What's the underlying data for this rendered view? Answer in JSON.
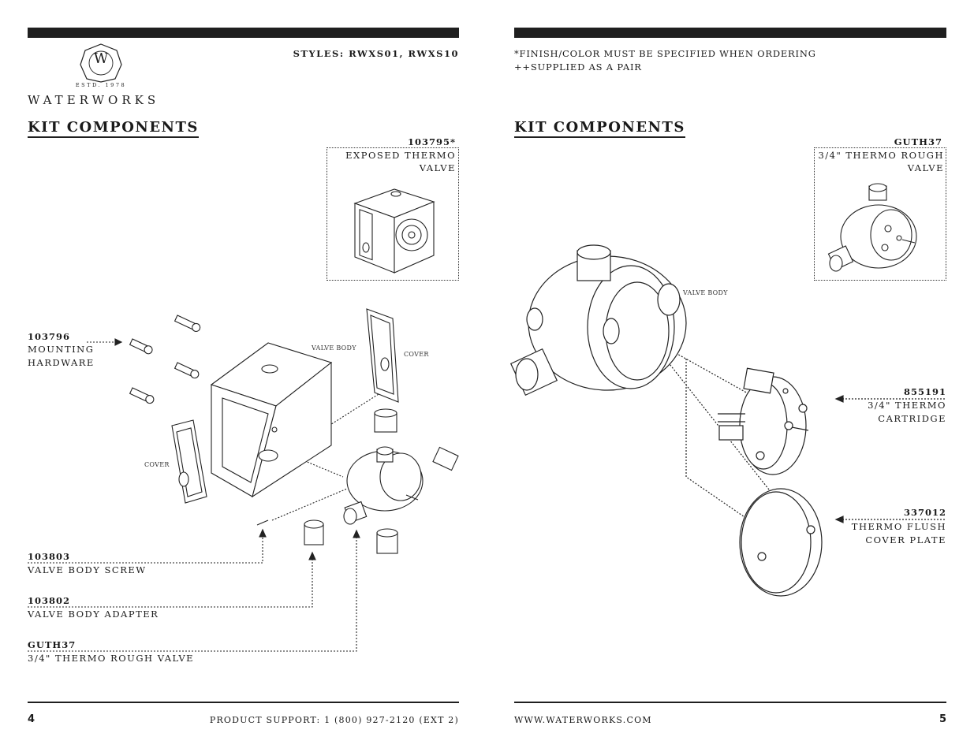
{
  "left_page": {
    "brand": {
      "name": "WATERWORKS",
      "established": "ESTD. 1978",
      "monogram": "W"
    },
    "styles": "STYLES: RWXS01, RWXS10",
    "title": "KIT COMPONENTS",
    "inset": {
      "part": "103795*",
      "desc_line1": "EXPOSED THERMO",
      "desc_line2": "VALVE"
    },
    "callouts": [
      {
        "part": "103796",
        "line1": "MOUNTING",
        "line2": "HARDWARE"
      },
      {
        "part": "103803",
        "line1": "VALVE BODY SCREW"
      },
      {
        "part": "103802",
        "line1": "VALVE BODY ADAPTER"
      },
      {
        "part": "GUTH37",
        "line1": "3/4\" THERMO ROUGH VALVE"
      }
    ],
    "labels": {
      "valve_body": "VALVE BODY",
      "cover_top": "COVER",
      "cover_left": "COVER"
    },
    "footer": {
      "page_number": "4",
      "support": "PRODUCT SUPPORT: 1 (800) 927-2120 (EXT 2)"
    }
  },
  "right_page": {
    "notes": {
      "line1": "*FINISH/COLOR MUST BE SPECIFIED WHEN ORDERING",
      "line2": "++SUPPLIED AS A PAIR"
    },
    "title": "KIT COMPONENTS",
    "inset": {
      "part": "GUTH37",
      "desc_line1": "3/4\" THERMO ROUGH",
      "desc_line2": "VALVE"
    },
    "callouts": [
      {
        "part": "855191",
        "line1": "3/4\" THERMO",
        "line2": "CARTRIDGE"
      },
      {
        "part": "337012",
        "line1": "THERMO FLUSH",
        "line2": "COVER PLATE"
      }
    ],
    "labels": {
      "valve_body": "VALVE BODY"
    },
    "footer": {
      "page_number": "5",
      "website": "WWW.WATERWORKS.COM"
    }
  }
}
